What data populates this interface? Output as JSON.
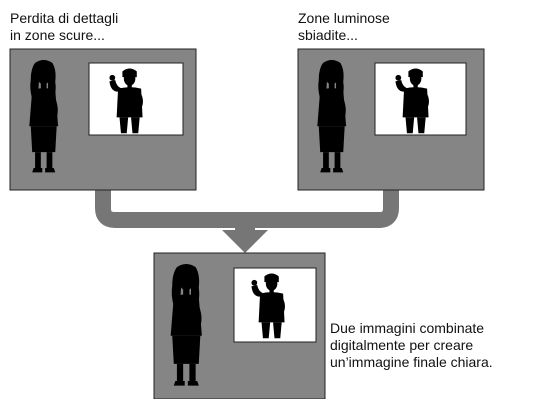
{
  "captions": {
    "left": {
      "line1": "Perdita di dettagli",
      "line2": "in zone scure..."
    },
    "right": {
      "line1": "Zone luminose",
      "line2": "sbiadite..."
    },
    "result": {
      "line1": "Due immagini combinate",
      "line2": "digitalmente per creare",
      "line3": "un’immagine finale chiara."
    }
  },
  "panels": [
    {
      "name": "dark-panel",
      "background": "#858585",
      "figure_tone": "dark"
    },
    {
      "name": "washed-out-panel",
      "background": "#858585",
      "figure_tone": "faded"
    },
    {
      "name": "combined-panel",
      "background": "#858585",
      "figure_tone": "normal"
    }
  ],
  "colors": {
    "arrow": "#767676",
    "panel_border": "#222222"
  },
  "icons": [
    "woman-figure-icon",
    "man-figure-icon",
    "merge-arrow-icon"
  ]
}
